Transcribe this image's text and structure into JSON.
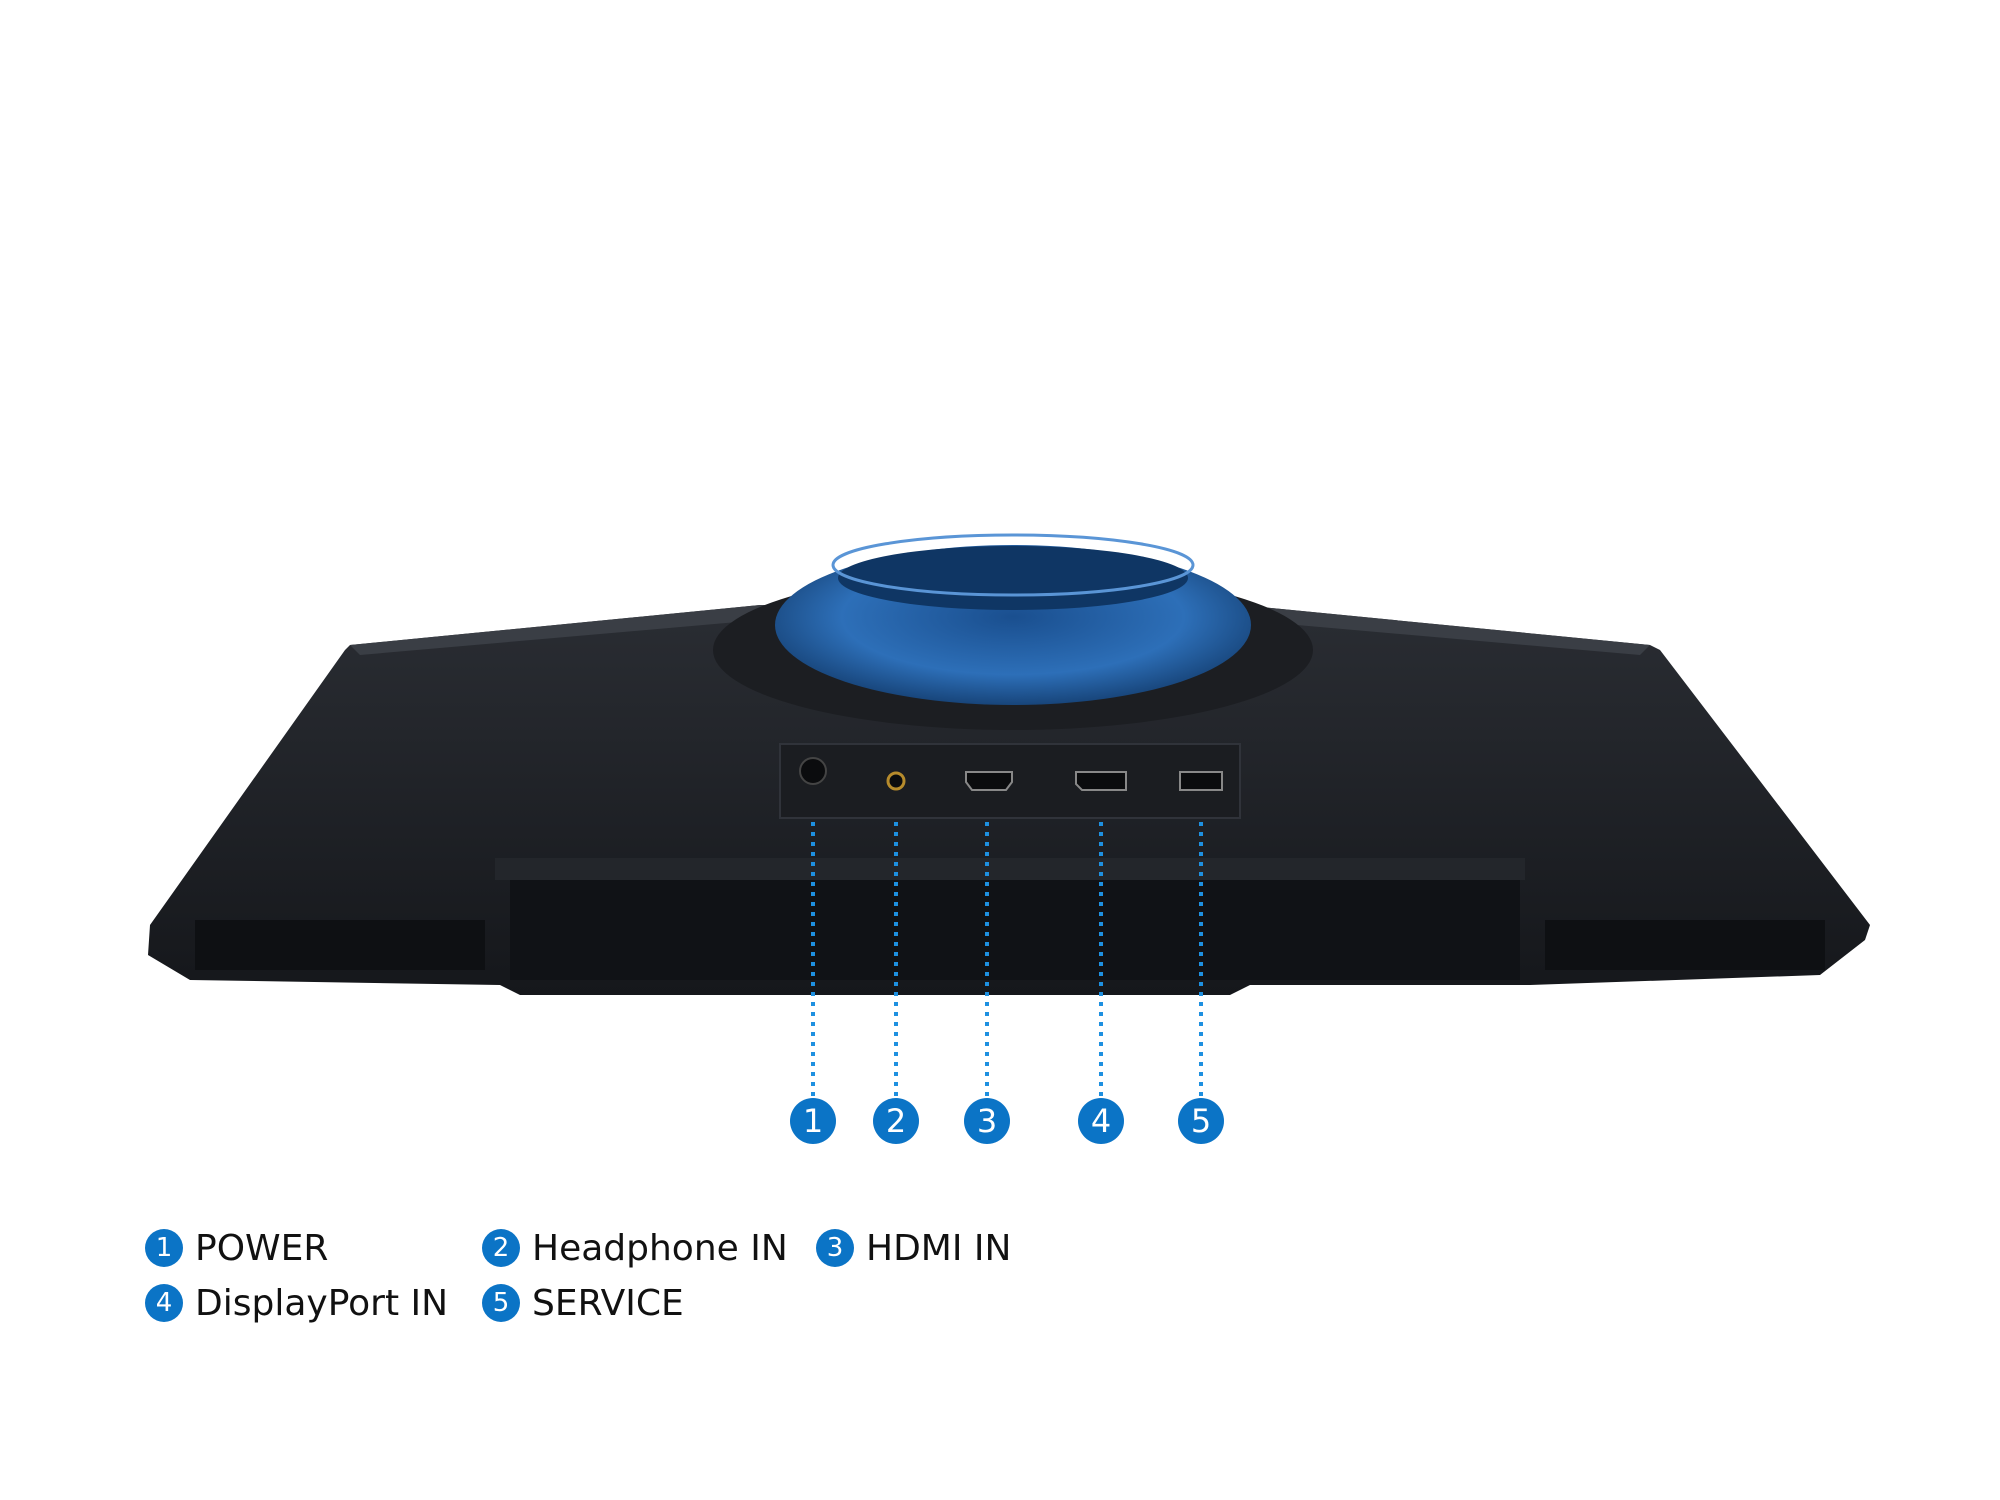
{
  "accent_color": "#0b74c6",
  "ports": [
    {
      "number": "1",
      "label": "POWER",
      "icon": "power-jack-icon"
    },
    {
      "number": "2",
      "label": "Headphone IN",
      "icon": "headphone-jack-icon"
    },
    {
      "number": "3",
      "label": "HDMI IN",
      "icon": "hdmi-port-icon"
    },
    {
      "number": "4",
      "label": "DisplayPort IN",
      "icon": "displayport-icon"
    },
    {
      "number": "5",
      "label": "SERVICE",
      "icon": "usb-port-icon"
    }
  ]
}
